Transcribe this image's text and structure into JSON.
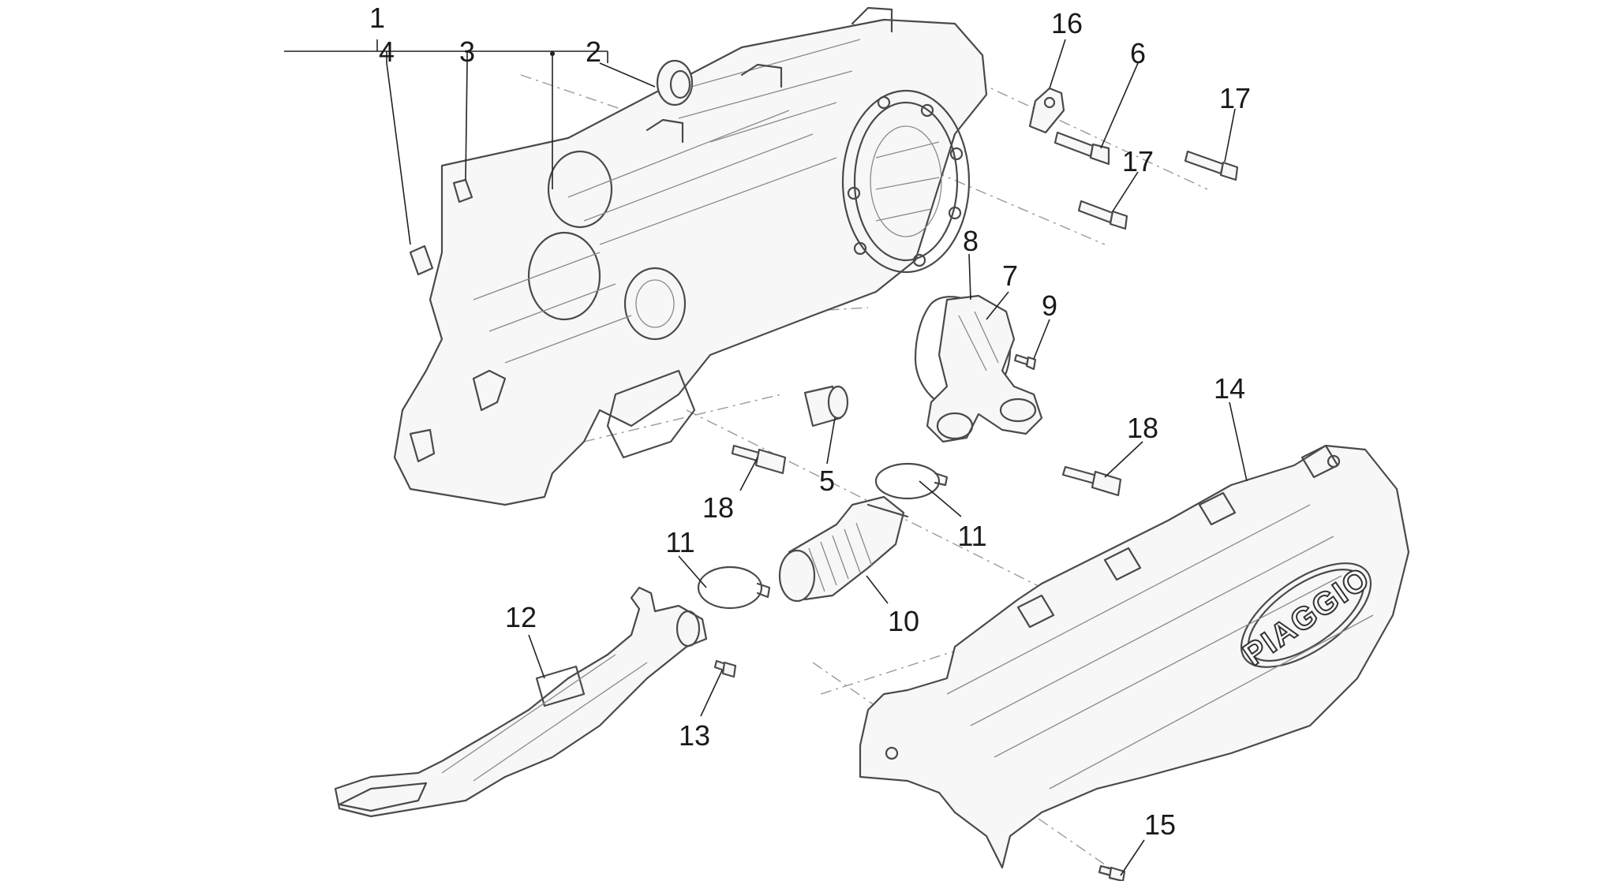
{
  "diagram": {
    "brand_logo_text": "PIAGGIO",
    "callouts": [
      {
        "key": "c1",
        "label": "1"
      },
      {
        "key": "c4",
        "label": "4"
      },
      {
        "key": "c3",
        "label": "3"
      },
      {
        "key": "c2",
        "label": "2"
      },
      {
        "key": "c16",
        "label": "16"
      },
      {
        "key": "c6",
        "label": "6"
      },
      {
        "key": "c17a",
        "label": "17"
      },
      {
        "key": "c17b",
        "label": "17"
      },
      {
        "key": "c8",
        "label": "8"
      },
      {
        "key": "c7",
        "label": "7"
      },
      {
        "key": "c9",
        "label": "9"
      },
      {
        "key": "c14",
        "label": "14"
      },
      {
        "key": "c18a",
        "label": "18"
      },
      {
        "key": "c5",
        "label": "5"
      },
      {
        "key": "c18b",
        "label": "18"
      },
      {
        "key": "c11a",
        "label": "11"
      },
      {
        "key": "c11b",
        "label": "11"
      },
      {
        "key": "c10",
        "label": "10"
      },
      {
        "key": "c12",
        "label": "12"
      },
      {
        "key": "c13",
        "label": "13"
      },
      {
        "key": "c15",
        "label": "15"
      }
    ]
  }
}
